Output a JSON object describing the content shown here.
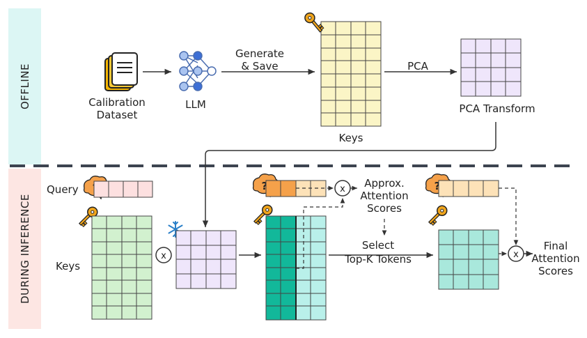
{
  "sections": {
    "offline": "OFFLINE",
    "inference": "DURING INFERENCE"
  },
  "offline": {
    "calibration_line1": "Calibration",
    "calibration_line2": "Dataset",
    "llm": "LLM",
    "generate_line1": "Generate",
    "generate_line2": "& Save",
    "keys": "Keys",
    "pca": "PCA",
    "pca_transform": "PCA Transform"
  },
  "inference": {
    "query": "Query",
    "keys": "Keys",
    "multiply_symbol": "x",
    "approx_line1": "Approx.",
    "approx_line2": "Attention",
    "approx_line3": "Scores",
    "select_line1": "Select",
    "select_line2": "Top-K Tokens",
    "final_line1": "Final",
    "final_line2": "Attention",
    "final_line3": "Scores"
  },
  "icons": [
    "document-stack-icon",
    "neural-network-icon",
    "key-icon",
    "question-bubble-icon",
    "snowflake-icon"
  ],
  "colors": {
    "offline_band": "#dcf6f4",
    "inference_band": "#fde6e3",
    "keys_offline": "#fbf5c6",
    "pca_matrix": "#efe6fb",
    "keys_inference": "#d2f1cf",
    "query": "#fde0e0",
    "teal_dark": "#12b89a",
    "teal_light": "#b9f0ea",
    "selected_keys": "#a9e8dc",
    "orange": "#f5a14a",
    "orange_light": "#fde2b8"
  }
}
